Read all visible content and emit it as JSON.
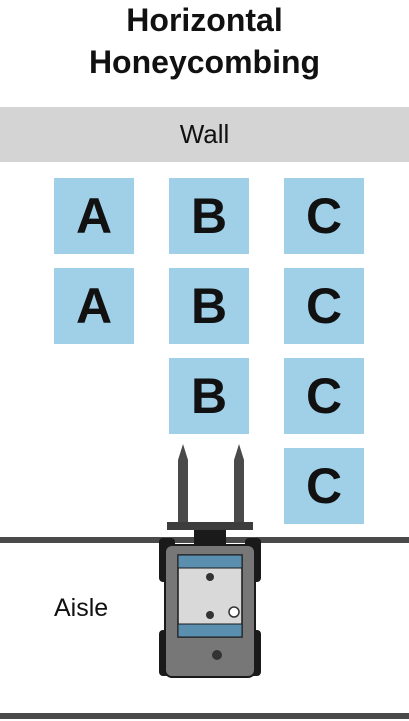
{
  "title": {
    "line1": "Horizontal",
    "line2": "Honeycombing"
  },
  "wall": {
    "label": "Wall"
  },
  "aisle": {
    "label": "Aisle"
  },
  "columns": [
    {
      "label": "A",
      "count": 2
    },
    {
      "label": "B",
      "count": 3
    },
    {
      "label": "C",
      "count": 4
    }
  ],
  "colors": {
    "block": "#9fd0e8",
    "wall": "#d4d4d4",
    "aisle_line": "#4a4a4a",
    "forklift_body": "#777777",
    "forklift_tray": "#d9d9d9",
    "forklift_accent": "#5a8fb0"
  }
}
